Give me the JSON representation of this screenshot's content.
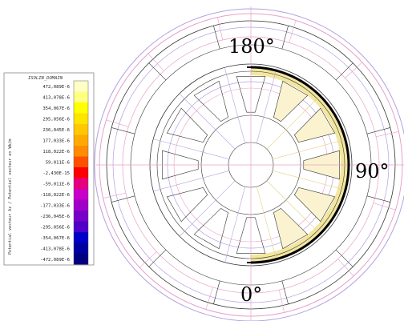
{
  "legend": {
    "title": "ISOLIN_DOMAIN",
    "axis_label": "Potential vecteur Az / Potentiel vecteur en Wb/m",
    "values": [
      "472,089E-6",
      "413,078E-6",
      "354,067E-6",
      "295,056E-6",
      "236,045E-6",
      "177,033E-6",
      "118,022E-6",
      "59,011E-6",
      "-2,430E-15",
      "-59,011E-6",
      "-118,022E-6",
      "-177,033E-6",
      "-236,045E-6",
      "-295,056E-6",
      "-354,067E-6",
      "-413,078E-6",
      "-472,089E-6"
    ],
    "colors": [
      "#ffffc8",
      "#ffff80",
      "#ffff00",
      "#ffe400",
      "#ffc800",
      "#ffaa00",
      "#ff8c00",
      "#ff5000",
      "#ff0000",
      "#e6007e",
      "#c800c8",
      "#a000c8",
      "#7800c8",
      "#5000c8",
      "#0000c8",
      "#0000a0",
      "#000080"
    ]
  },
  "angle_labels": {
    "top": "180°",
    "right": "90°",
    "bottom": "0°"
  },
  "colors": {
    "outline": "#333333",
    "field_pink": "#e8a0c8",
    "field_violet": "#b4a0e0",
    "field_yellow": "#f2e6a0",
    "arc": "#000000"
  }
}
